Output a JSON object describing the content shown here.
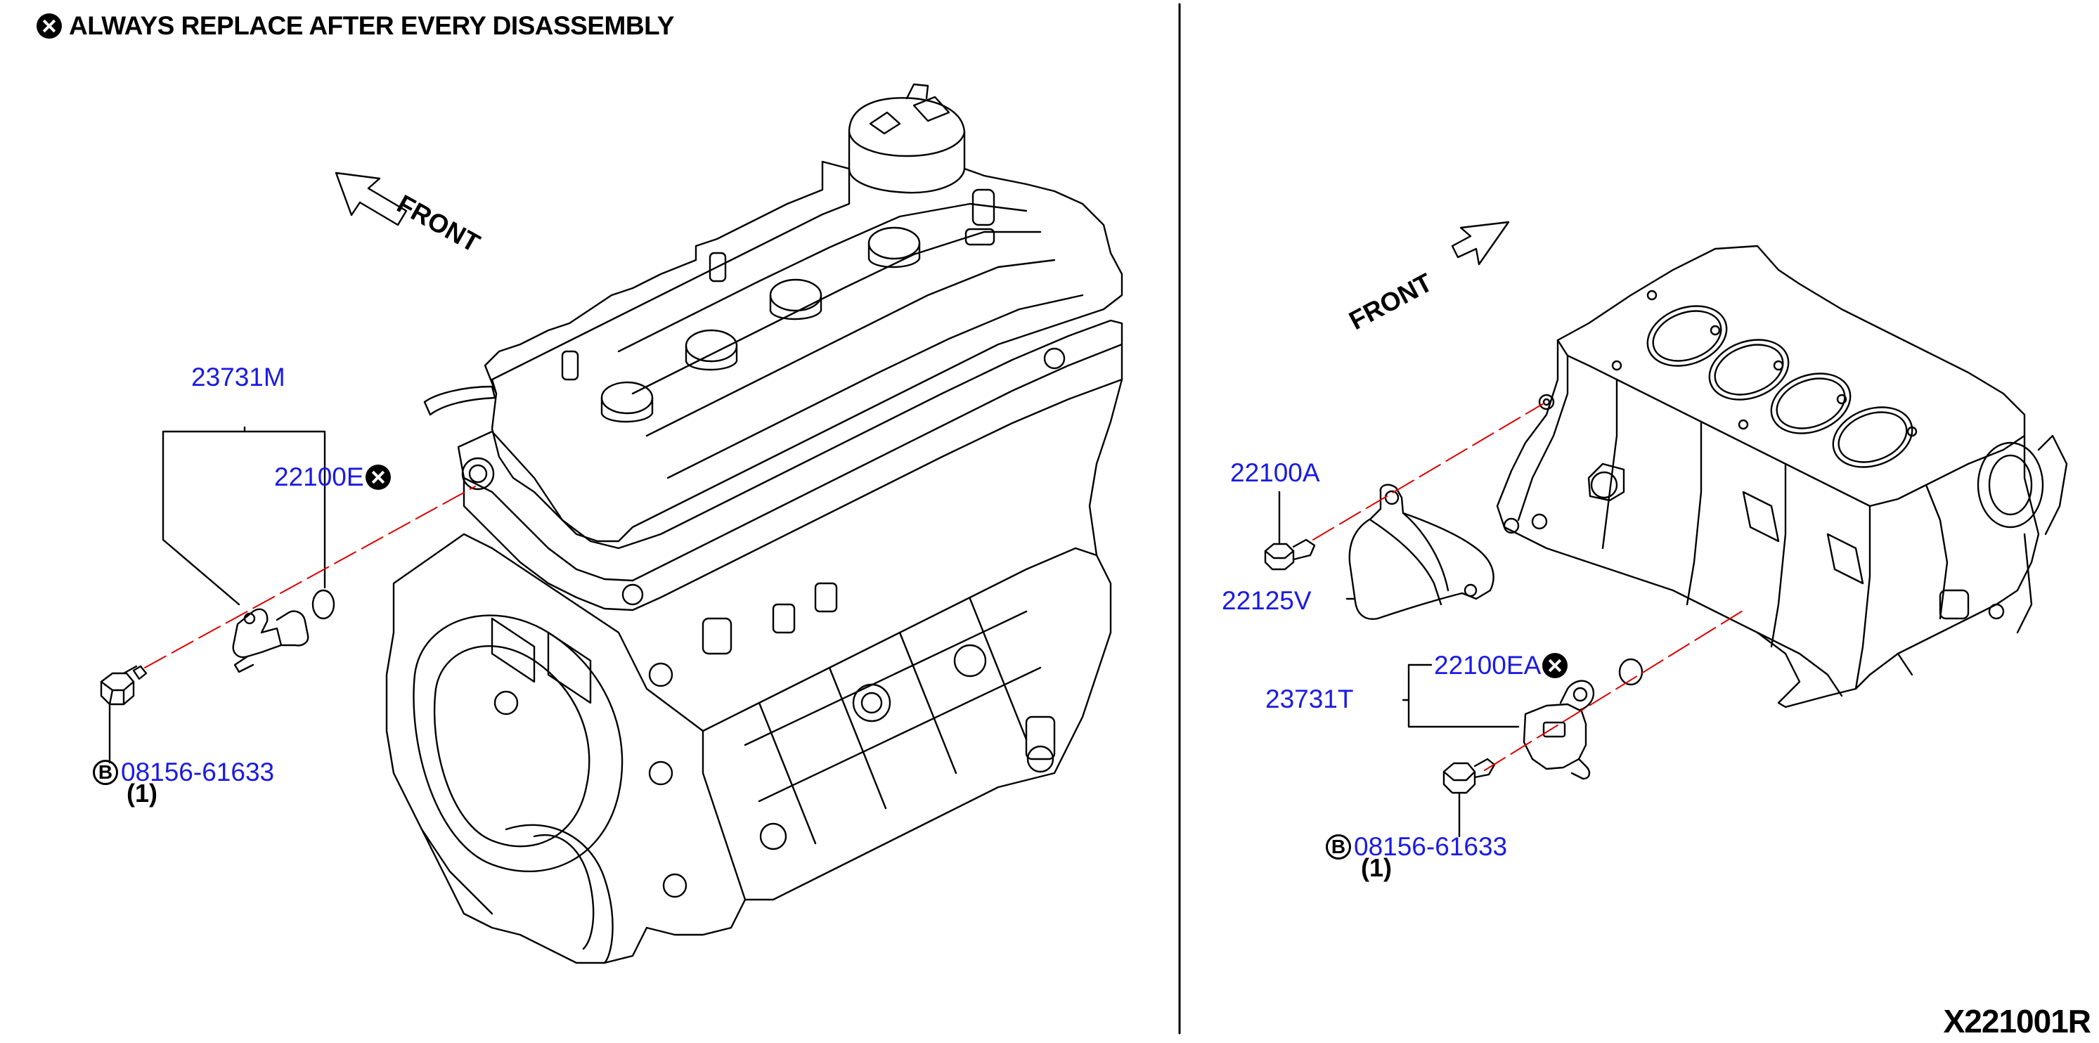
{
  "header": {
    "note": "ALWAYS REPLACE AFTER EVERY DISASSEMBLY"
  },
  "left": {
    "front_label": "FRONT",
    "parts": {
      "sensor": "23731M",
      "oring": "22100E",
      "bolt": "08156-61633",
      "bolt_qty": "(1)",
      "bolt_marker": "B"
    }
  },
  "right": {
    "front_label": "FRONT",
    "parts": {
      "bolt_small": "22100A",
      "bracket": "22125V",
      "oring": "22100EA",
      "sensor": "23731T",
      "bolt": "08156-61633",
      "bolt_qty": "(1)",
      "bolt_marker": "B"
    }
  },
  "diagram_code": "X221001R",
  "colors": {
    "part_number": "#1a1ae6",
    "leader_dash": "#e00000",
    "line": "#000000"
  }
}
